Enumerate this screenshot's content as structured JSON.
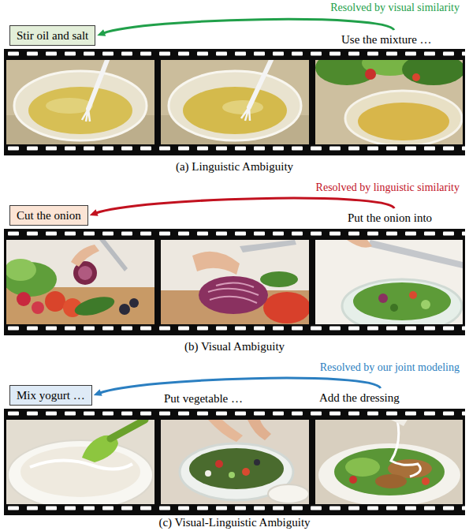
{
  "diagram": {
    "nodes": [
      {
        "text": [
          "Stir oil and salt"
        ]
      },
      {
        "text": [
          "Use the mixture …"
        ]
      },
      {
        "text": [
          "Cut the onion"
        ]
      },
      {
        "text": [
          "Put the onion into"
        ]
      },
      {
        "text": [
          "Mix yogurt …"
        ]
      },
      {
        "text": [
          "Add the dressing"
        ]
      }
    ],
    "edges": [
      {
        "from": 1,
        "to": 0,
        "arrow": "to",
        "label": "Resolved by visual similarity"
      },
      {
        "from": 3,
        "to": 2,
        "arrow": "to",
        "label": "Resolved by linguistic similarity"
      },
      {
        "from": 5,
        "to": 4,
        "arrow": "to",
        "label": "Resolved by our joint modeling"
      }
    ],
    "labels": [
      "(a) Linguistic Ambiguity",
      "(b) Visual Ambiguity",
      "Put vegetable …",
      "(c) Visual-Linguistic Ambiguity"
    ]
  }
}
